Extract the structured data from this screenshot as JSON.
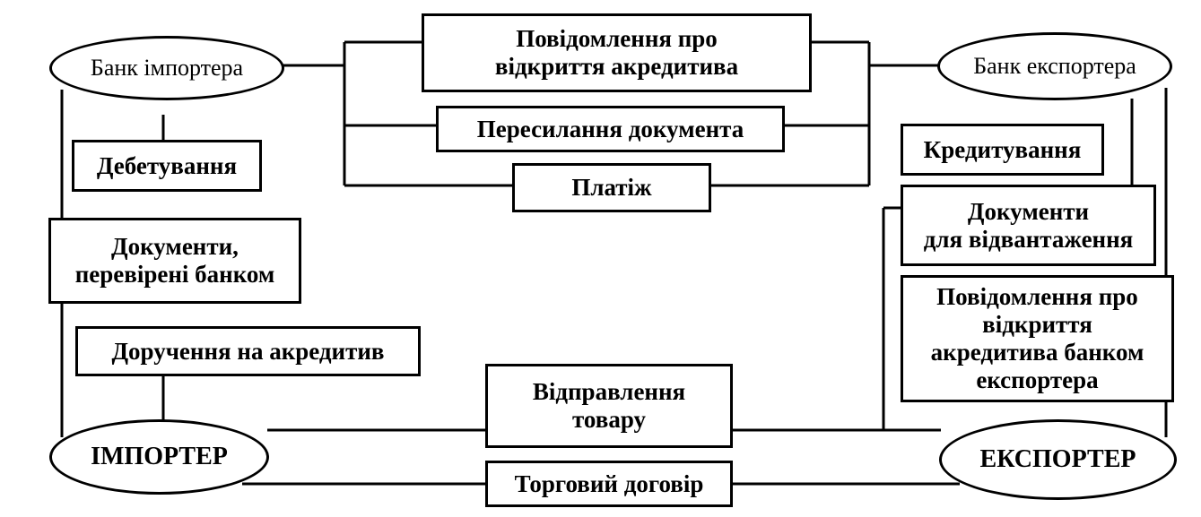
{
  "nodes": {
    "bank_importer": "Банк імпортера",
    "bank_exporter": "Банк експортера",
    "importer": "ІМПОРТЕР",
    "exporter": "ЕКСПОРТЕР"
  },
  "flows": {
    "notice_opening": "Повідомлення про\nвідкриття акредитива",
    "doc_forwarding": "Пересилання документа",
    "payment": "Платіж",
    "debiting": "Дебетування",
    "crediting": "Кредитування",
    "docs_checked": "Документи,\nперевірені банком",
    "docs_shipment": "Документи\nдля відвантаження",
    "notice_opening_exporter": "Повідомлення про\nвідкриття\nакредитива банком\nекспортера",
    "lc_order": "Доручення на акредитив",
    "goods_dispatch": "Відправлення\nтовару",
    "trade_contract": "Торговий договір"
  }
}
